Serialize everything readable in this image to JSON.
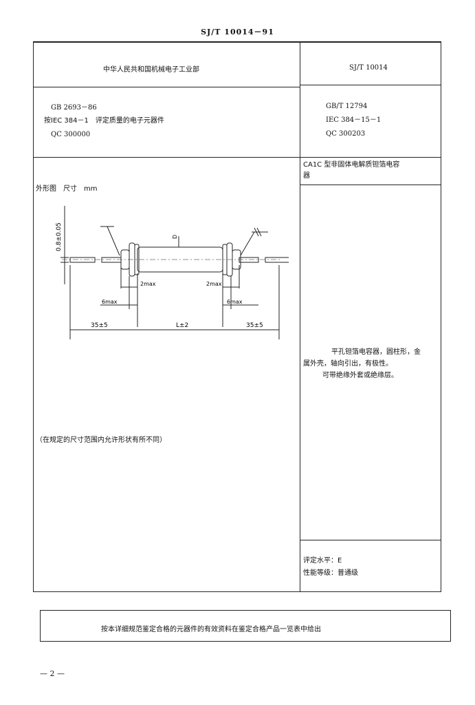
{
  "header": {
    "standard_no": "SJ/T 10014－91"
  },
  "left": {
    "issuer": "中华人民共和国机械电子工业部",
    "refs": [
      "GB 2693－86",
      "按IEC 384－1　评定质量的电子元器件",
      "QC 300000"
    ],
    "drawing_label": "外形图　尺寸　mm",
    "note": "（在规定的尺寸范围内允许形状有所不同）"
  },
  "right": {
    "spec_no": "SJ/T 10014",
    "refs": [
      "GB/T 12794",
      "IEC 384－15－1",
      "QC 300203"
    ],
    "title_line1": "CA1C 型非固体电解质钽箔电容",
    "title_line2": "器",
    "desc_line1": "平孔钽箔电容器，圆柱形，金",
    "desc_line2": "属外壳，轴向引出，有极性。",
    "desc_line3": "可带绝缘外套或绝缘层。",
    "level": "评定水平：E",
    "grade": "性能等级：普通级"
  },
  "drawing": {
    "dim_lead_dia": "0.8±0.05",
    "dim_2max_left": "2max",
    "dim_2max_right": "2max",
    "dim_6max_left": "6max",
    "dim_6max_right": "6max",
    "dim_lead_left": "35±5",
    "dim_body": "L±2",
    "dim_lead_right": "35±5",
    "dim_D": "D"
  },
  "footer_box": "按本详细规范鉴定合格的元器件的有效资料在鉴定合格产品一览表中给出",
  "page_number": "— 2 —"
}
